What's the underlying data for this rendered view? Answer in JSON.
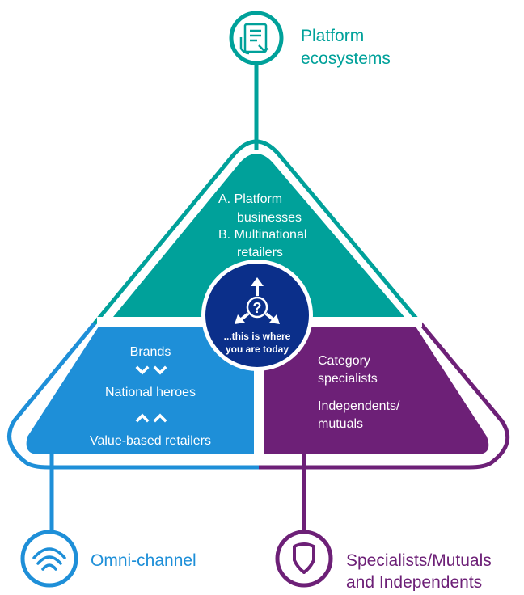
{
  "colors": {
    "teal": "#00A19A",
    "blue": "#1E8FD8",
    "purple": "#6D2077",
    "navy": "#0B2F8A",
    "white": "#ffffff"
  },
  "nodes": {
    "platform": {
      "label_line1": "Platform",
      "label_line2": "ecosystems",
      "icon": "tablet-touch-icon"
    },
    "omni": {
      "label": "Omni-channel",
      "icon": "wifi-signal-icon"
    },
    "specialists": {
      "label_line1": "Specialists/Mutuals",
      "label_line2": "and Independents",
      "icon": "location-pin-icon"
    }
  },
  "segments": {
    "top": {
      "lines": [
        "A.  Platform",
        "businesses",
        "B.  Multinational",
        "retailers"
      ]
    },
    "left": {
      "brands": "Brands",
      "national": "National heroes",
      "value": "Value-based retailers"
    },
    "right": {
      "category_line1": "Category",
      "category_line2": "specialists",
      "indep_line1": "Independents/",
      "indep_line2": "mutuals"
    }
  },
  "center": {
    "line1": "...this is where",
    "line2": "you are today",
    "icon": "question-arrows-icon"
  }
}
